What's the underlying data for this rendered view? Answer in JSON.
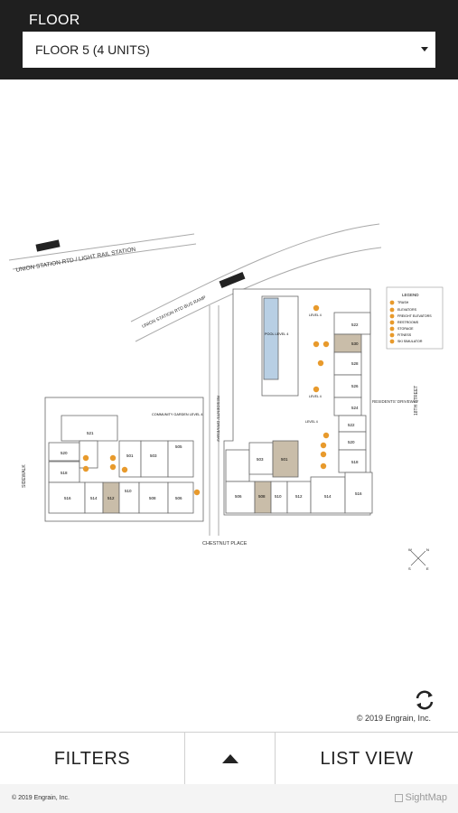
{
  "header": {
    "floor_label": "FLOOR",
    "floor_select_value": "FLOOR 5 (4 UNITS)"
  },
  "map": {
    "street_union_station": "UNION STATION RTD / LIGHT RAIL STATION",
    "street_bus_ramp": "UNION STATION RTD BUS RAMP",
    "street_sidewalk": "SIDEWALK",
    "street_chestnut": "CHESTNUT PLACE",
    "street_residents_driveway_left": "RESIDENTS' DRIVEWAY",
    "street_residents_driveway_right": "RESIDENTS' DRIVEWAY",
    "street_18th": "18TH STREET",
    "community_garden": "COMMUNITY GARDEN LEVEL 4",
    "pool": "POOL LEVEL 4",
    "level4_a": "LEVEL 4",
    "level4_b": "LEVEL 4",
    "level4_c": "LEVEL 4",
    "legend": {
      "title": "LEGEND",
      "items": [
        "TRASH",
        "ELEVATORS",
        "FREIGHT ELEVATORS",
        "RESTROOMS",
        "STORAGE",
        "FITNESS",
        "SKI SIMULATOR"
      ]
    },
    "units_left": [
      "521",
      "520",
      "518",
      "516",
      "514",
      "512",
      "510",
      "508",
      "506",
      "501",
      "503",
      "505"
    ],
    "units_right": [
      "522",
      "530",
      "528",
      "526",
      "524",
      "522",
      "520",
      "518",
      "516",
      "514",
      "512",
      "510",
      "508",
      "506",
      "503",
      "501"
    ],
    "compass": {
      "n": "N",
      "s": "S",
      "e": "E",
      "w": "W"
    },
    "accent_color": "#e89a2c",
    "highlight_color": "#c9bda9",
    "copyright": "© 2019 Engrain, Inc."
  },
  "toolbar": {
    "filters_label": "FILTERS",
    "list_view_label": "LIST VIEW"
  },
  "footer": {
    "copyright": "© 2019 Engrain, Inc.",
    "brand": "SightMap"
  }
}
